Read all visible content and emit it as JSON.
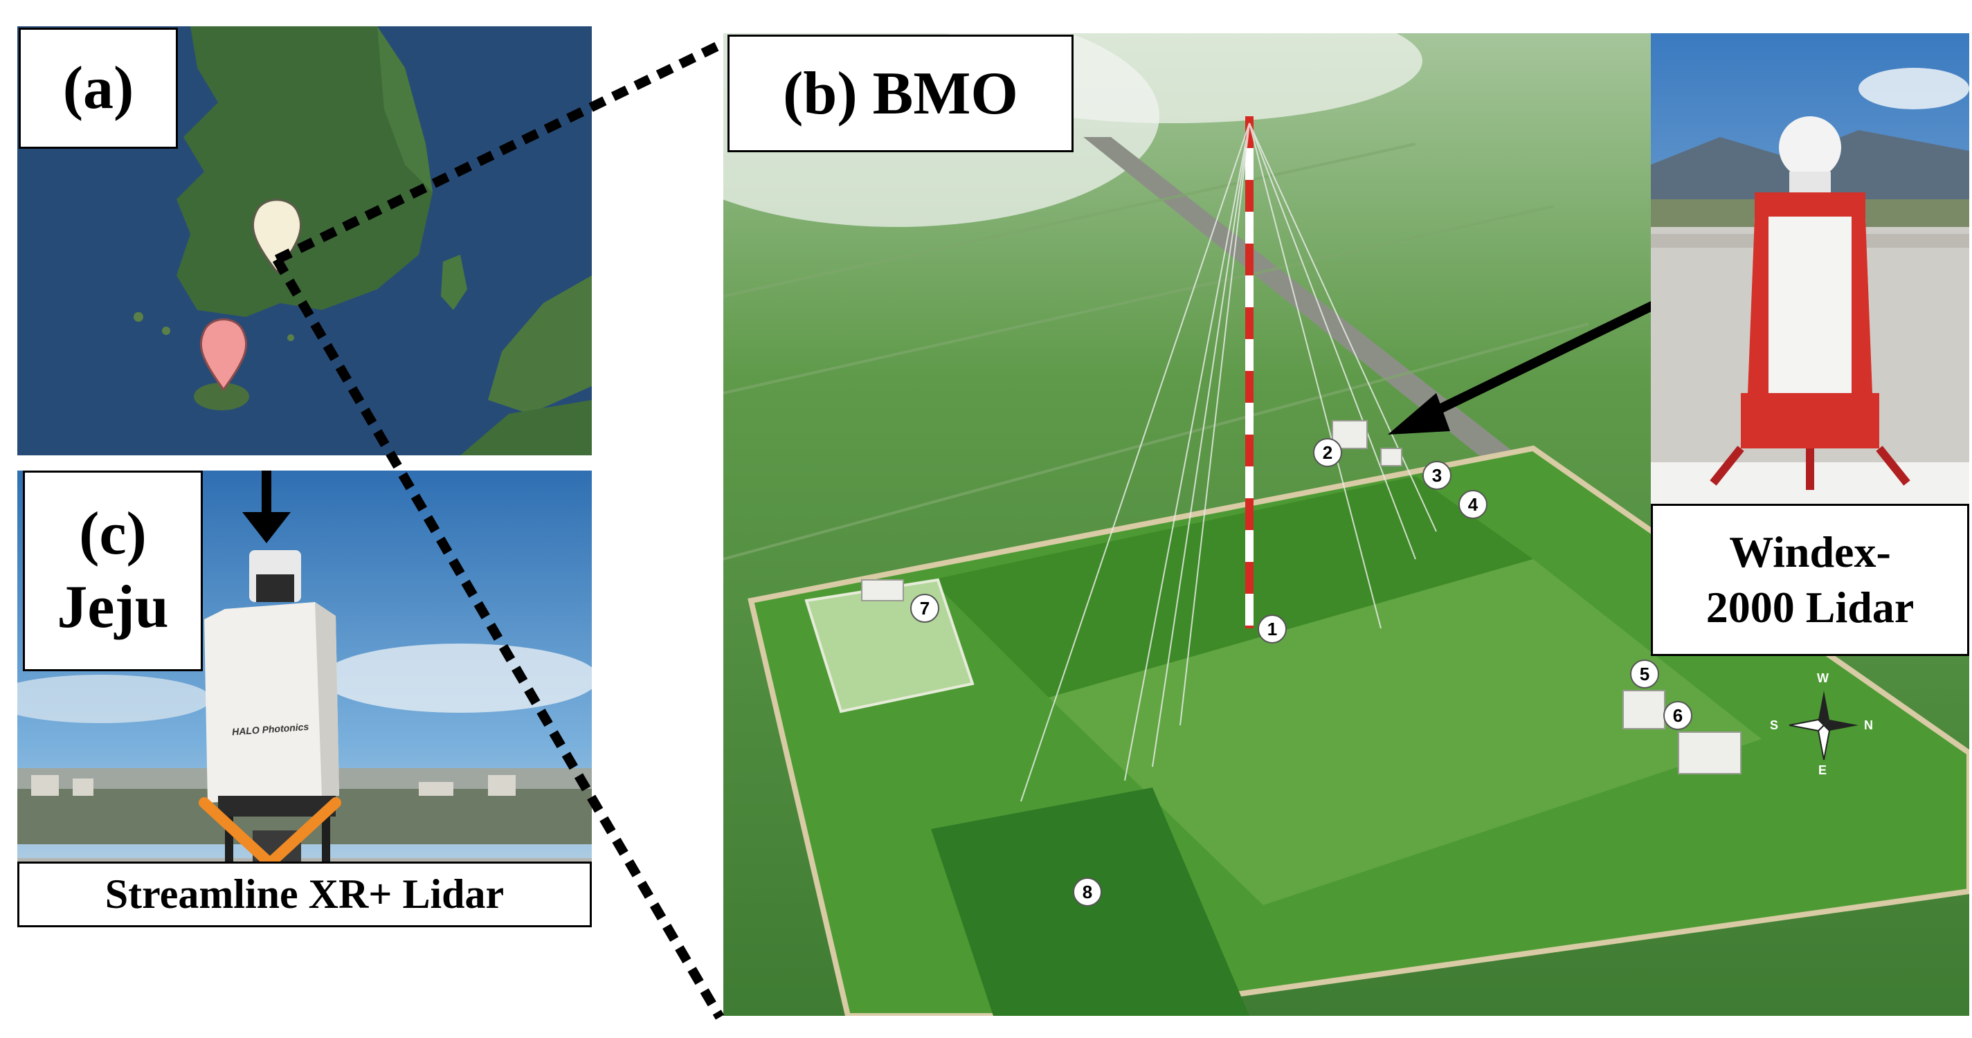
{
  "panel_a": {
    "label": "(a)"
  },
  "panel_b": {
    "label": "(b) BMO",
    "site_numbers": [
      "1",
      "2",
      "3",
      "4",
      "5",
      "6",
      "7",
      "8"
    ],
    "compass": {
      "west": "W",
      "north": "N",
      "south": "S",
      "east": "E"
    }
  },
  "panel_c": {
    "label_line1": "(c)",
    "label_line2": "Jeju",
    "instrument_logo_text": "HALO Photonics",
    "caption": "Streamline XR+ Lidar"
  },
  "inset": {
    "caption_line1": "Windex-",
    "caption_line2": "2000 Lidar"
  },
  "colors": {
    "sea": "#2b4f7e",
    "land": "#3f6b3a",
    "field": "#4f9a3a",
    "tower_red": "#d42a22",
    "marker_light": "#f4efd6",
    "marker_pink": "#f29a9a",
    "cross_orange": "#f08a24"
  }
}
